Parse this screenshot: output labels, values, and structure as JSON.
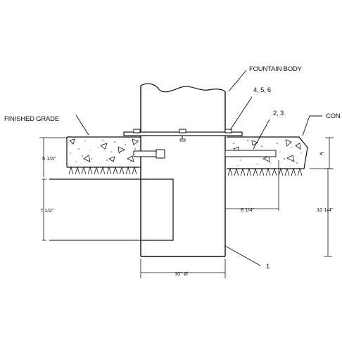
{
  "labels": {
    "fountain_body": "FOUNTAIN BODY",
    "finished_grade": "FINISHED GRADE",
    "concrete": "CON",
    "callout_456": "4, 5, 6",
    "callout_23": "2, 3",
    "callout_1": "1"
  },
  "dimensions": {
    "depth_top": "5 1/4\"",
    "slab_thickness": "4\"",
    "footing_height": "7 1/2\"",
    "bolt_offset": "6 1/4\"",
    "total_depth": "10 1/4\"",
    "body_diameter": "10\" Ø"
  }
}
